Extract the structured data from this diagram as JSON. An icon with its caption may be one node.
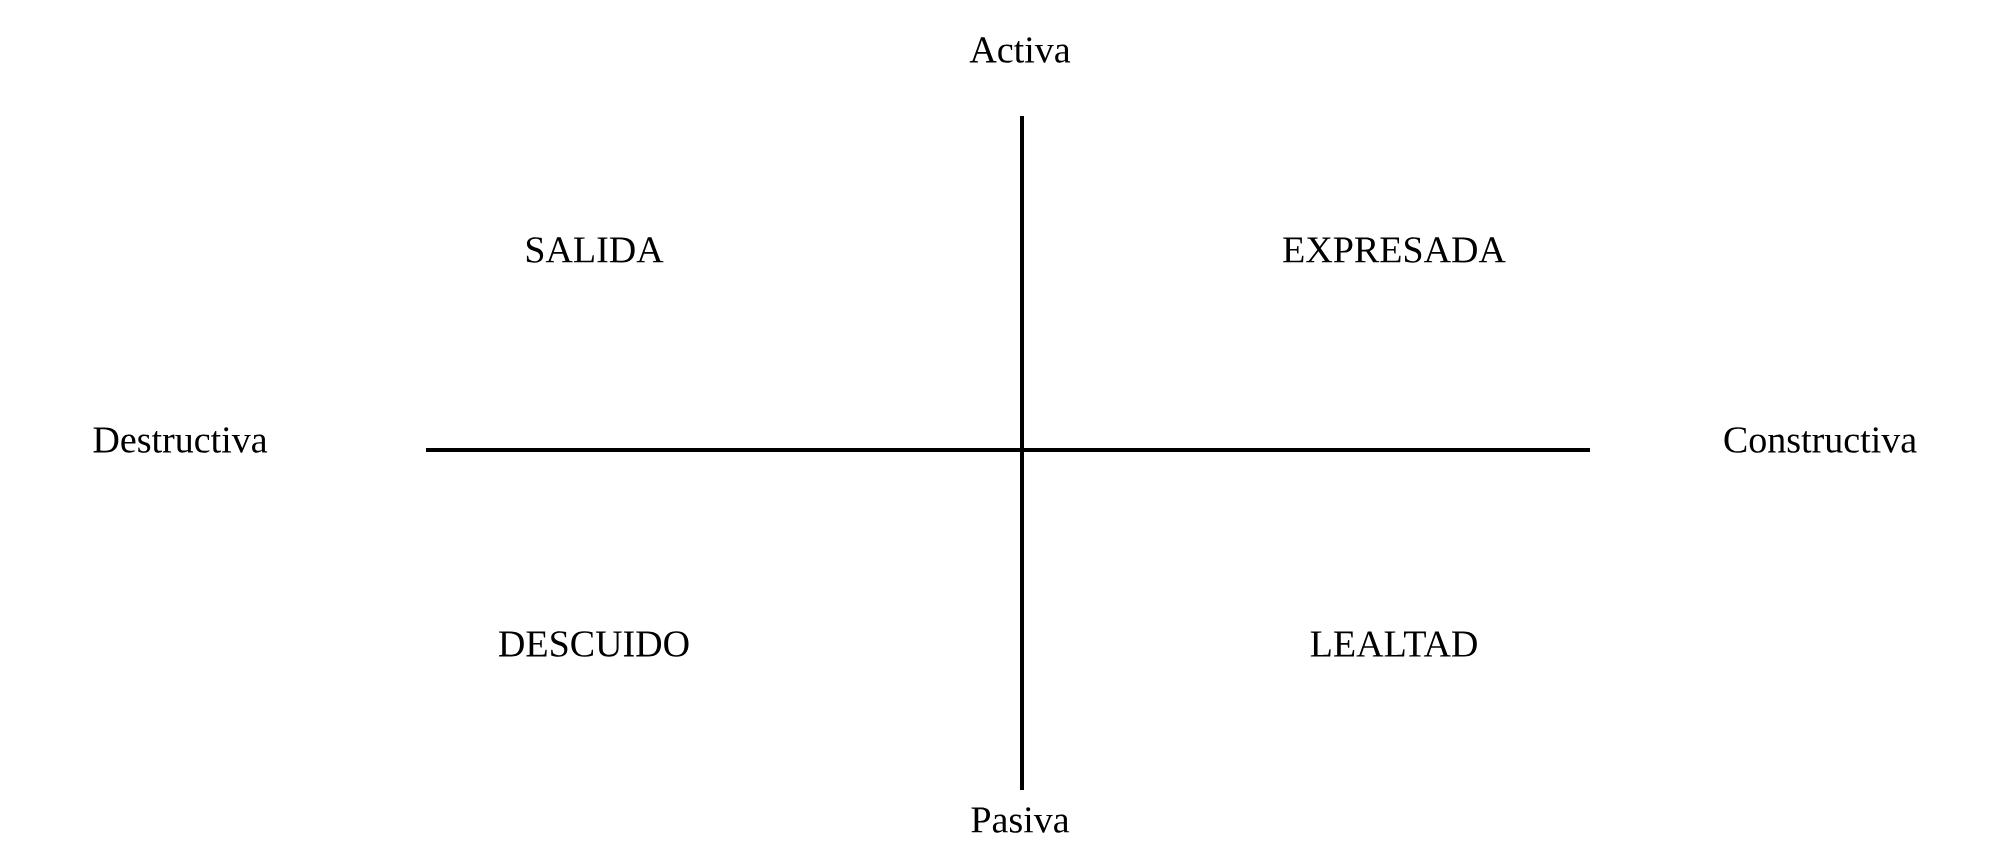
{
  "diagram": {
    "labels": [
      "Activa",
      "SALIDA",
      "EXPRESADA",
      "Destructiva",
      "Constructiva",
      "DESCUIDO",
      "LEALTAD",
      "Pasiva"
    ]
  }
}
